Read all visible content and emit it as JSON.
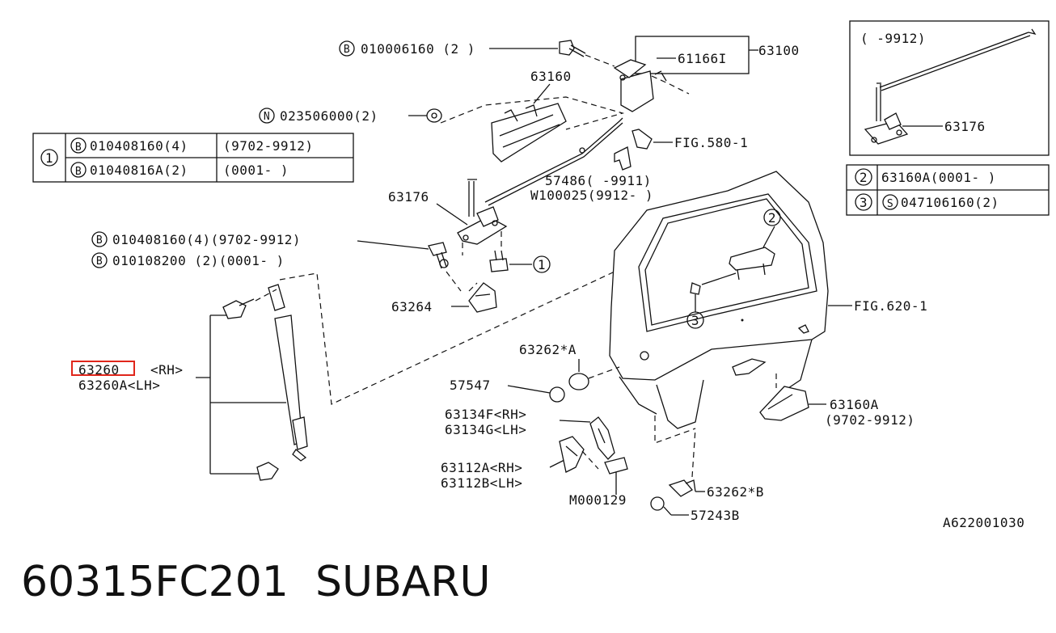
{
  "title": {
    "part_number": "60315FC201",
    "brand": "SUBARU"
  },
  "diagram_code": "A622001030",
  "highlight_color": "#e0261b",
  "callouts": {
    "bolt_top": "010006160 (2 )",
    "nut_top": "023506000(2)",
    "lock_assy": "63100",
    "lock_sub": "61166I",
    "handle": "63160",
    "fig580": "FIG.580-1",
    "rod_a": "57486(  -9911)",
    "rod_b": "W100025(9912-  )",
    "latch": "63176",
    "bolt_a": "010408160(4)(9702-9912)",
    "bolt_b": "010108200 (2)(0001-    )",
    "striker": "63264",
    "stay_rh": "63260",
    "stay_rh_side": "<RH>",
    "stay_lh": "63260A<LH>",
    "bumper_a": "63262*A",
    "cap_a": "57547",
    "cushion_rh": "63134F<RH>",
    "cushion_lh": "63134G<LH>",
    "hinge_rh": "63112A<RH>",
    "hinge_lh": "63112B<LH>",
    "screw": "M000129",
    "bumper_b": "63262*B",
    "cap_b": "57243B",
    "fig620": "FIG.620-1",
    "lamp": "63160A",
    "lamp_range": "(9702-9912)",
    "callout_1": "1",
    "callout_2": "2",
    "callout_3": "3"
  },
  "table1": {
    "index": "1",
    "rows": [
      {
        "symbol": "B",
        "part": "010408160(4)",
        "range": "(9702-9912)"
      },
      {
        "symbol": "B",
        "part": "01040816A(2)",
        "range": "(0001-    )"
      }
    ]
  },
  "table2": {
    "rows": [
      {
        "index": "2",
        "symbol": "",
        "part": "63160A(0001-    )"
      },
      {
        "index": "3",
        "symbol": "S",
        "part": "047106160(2)"
      }
    ]
  },
  "inset": {
    "range": "(   -9912)",
    "part": "63176"
  }
}
